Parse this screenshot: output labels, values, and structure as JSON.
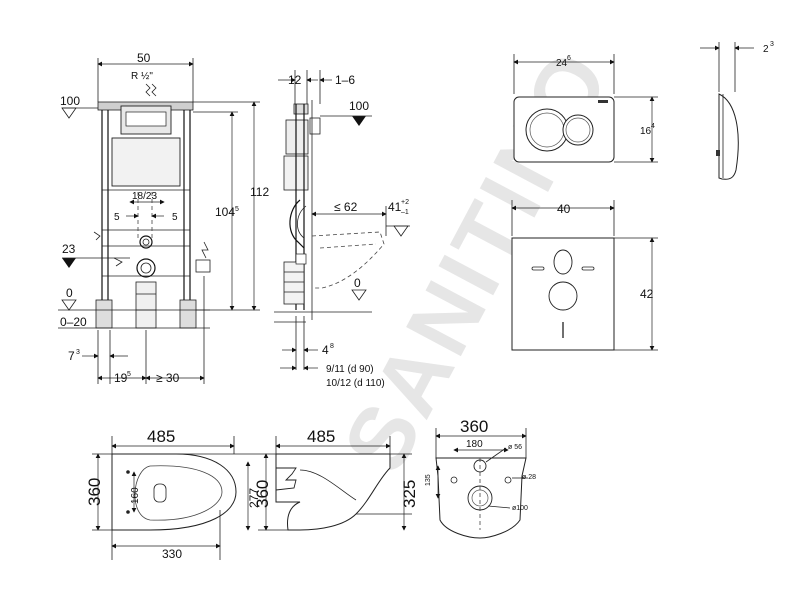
{
  "watermark": "SANITINO",
  "frame_front": {
    "width": "50",
    "thread": "R ½\"",
    "level_top": "100",
    "level_mid": "23",
    "level_floor": "0",
    "floor_range": "0–20",
    "height_total": "112",
    "height_frame": "104",
    "height_frame_sup": "5",
    "spacing": "18/23",
    "side_left": "5",
    "side_right": "5",
    "offset_left": "7",
    "offset_left_sup": "3",
    "offset_a": "19",
    "offset_a_sup": "5",
    "offset_b": "≥ 30"
  },
  "frame_side": {
    "depth_top": "12",
    "depth_range": "1–6",
    "level_top": "100",
    "level_floor": "0",
    "projection": "≤ 62",
    "tol_base": "41",
    "tol_plus": "+2",
    "tol_minus": "–1",
    "bottom_offset": "4",
    "bottom_offset_sup": "8",
    "pipe_a": "9/11  (d 90)",
    "pipe_b": "10/12 (d 110)"
  },
  "flush_plate": {
    "width": "24",
    "width_sup": "6",
    "height": "16",
    "height_sup": "4",
    "thickness": "2",
    "thickness_sup": "3"
  },
  "sound_pad": {
    "width": "40",
    "height": "42"
  },
  "bowl_top": {
    "length": "485",
    "width": "360",
    "inner_width": "160",
    "inner_length": "277",
    "bottom_length": "330"
  },
  "bowl_side": {
    "length": "485",
    "width": "360",
    "height": "325"
  },
  "bowl_back": {
    "width": "360",
    "spacing": "180",
    "hole_top": "ø 56",
    "hole_side": "ø 28",
    "hole_bottom": "ø100",
    "vertical": "135"
  }
}
